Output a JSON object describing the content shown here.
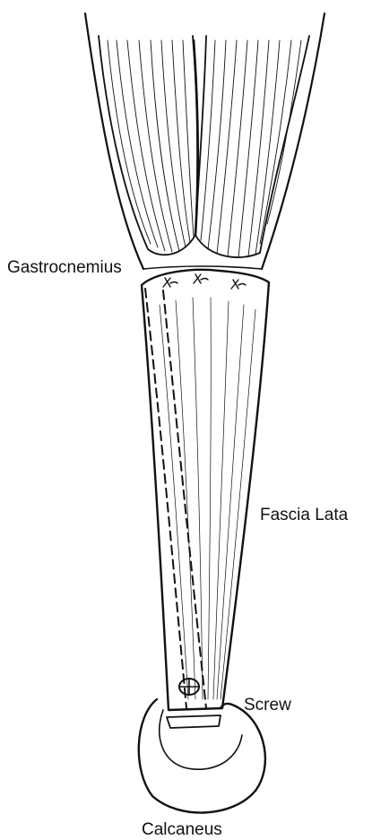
{
  "labels": {
    "gastrocnemius": "Gastrocnemius",
    "fascia_lata": "Fascia Lata",
    "screw": "Screw",
    "calcaneus": "Calcaneus"
  },
  "colors": {
    "ink": "#111111",
    "background": "#ffffff"
  }
}
